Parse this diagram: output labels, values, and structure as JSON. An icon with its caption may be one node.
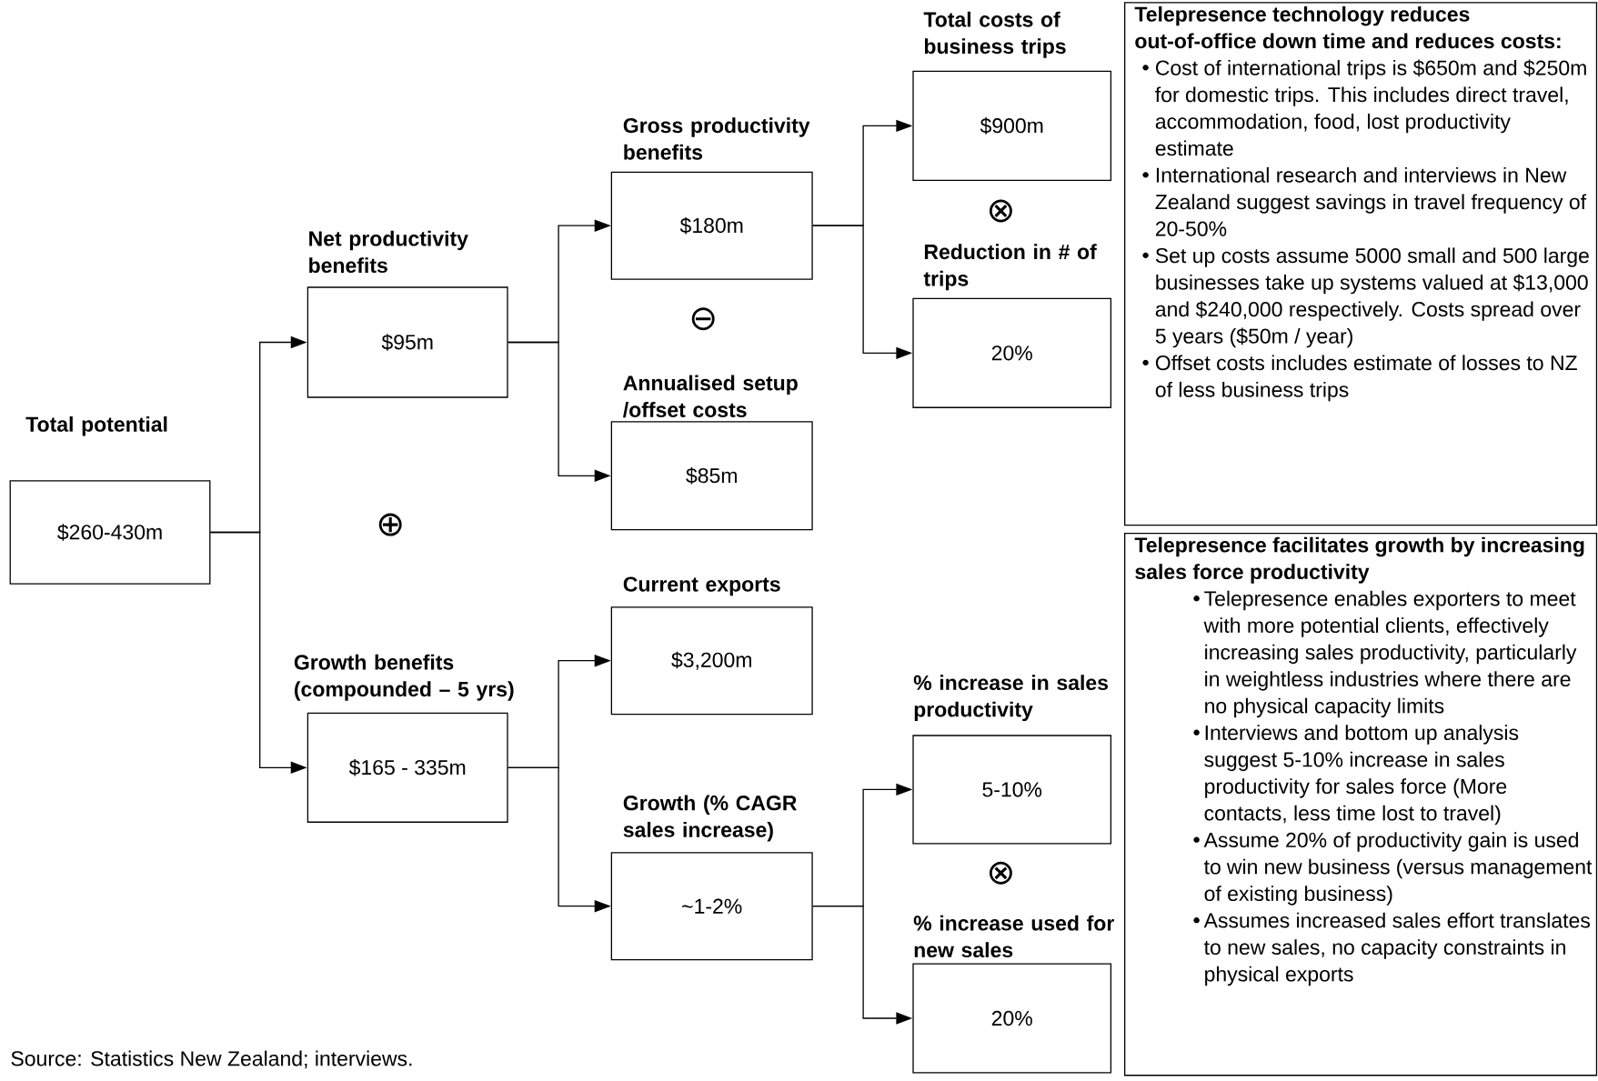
{
  "diagram": {
    "nodes": [
      {
        "text": [
          "Total potential",
          "$260-430m"
        ]
      },
      {
        "text": [
          "Net productivity benefits",
          "$95m"
        ]
      },
      {
        "text": [
          "Gross productivity benefits",
          "$180m"
        ]
      },
      {
        "text": [
          "Total costs of business trips",
          "$900m"
        ]
      },
      {
        "text": [
          "Reduction in # of trips",
          "20%"
        ]
      },
      {
        "text": [
          "Annualised setup /offset costs",
          "$85m"
        ]
      },
      {
        "text": [
          "Growth benefits (compounded – 5 yrs)",
          "$165 - 335m"
        ]
      },
      {
        "text": [
          "Current exports",
          "$3,200m"
        ]
      },
      {
        "text": [
          "Growth (% CAGR sales increase)",
          "~1-2%"
        ]
      },
      {
        "text": [
          "% increase in sales productivity",
          "5-10%"
        ]
      },
      {
        "text": [
          "% increase used for new sales",
          "20%"
        ]
      },
      {
        "text": [
          "Telepresence technology reduces out-of-office down time and reduces costs:",
          "Cost of international trips is $650m and $250m for domestic trips. This includes direct travel, accommodation, food, lost productivity estimate",
          "International research and interviews in New Zealand suggest savings in travel frequency of 20-50%",
          "Set up costs assume 5000 small and 500 large businesses take up systems valued at $13,000 and $240,000 respectively. Costs spread over 5 years ($50m / year)",
          "Offset costs includes estimate of losses to NZ of less business trips"
        ]
      },
      {
        "text": [
          "Telepresence facilitates growth by increasing sales force productivity",
          "Telepresence enables exporters to meet with more potential clients, effectively increasing sales productivity, particularly in weightless industries where there are no physical capacity limits",
          "Interviews and bottom up analysis suggest 5-10% increase in sales productivity for sales force (More contacts, less time lost to travel)",
          "Assume 20% of productivity gain is used to win new business (versus management of existing business)",
          "Assumes increased sales effort translates to new sales, no capacity constraints in physical exports"
        ]
      }
    ],
    "edges": [
      {
        "from": 0,
        "to": 1,
        "arrow": "to"
      },
      {
        "from": 0,
        "to": 6,
        "arrow": "to"
      },
      {
        "from": 1,
        "to": 2,
        "arrow": "to"
      },
      {
        "from": 1,
        "to": 5,
        "arrow": "to"
      },
      {
        "from": 2,
        "to": 3,
        "arrow": "to"
      },
      {
        "from": 2,
        "to": 4,
        "arrow": "to"
      },
      {
        "from": 6,
        "to": 7,
        "arrow": "to"
      },
      {
        "from": 6,
        "to": 8,
        "arrow": "to"
      },
      {
        "from": 8,
        "to": 9,
        "arrow": "to"
      },
      {
        "from": 8,
        "to": 10,
        "arrow": "to"
      }
    ],
    "labels": [
      "⊗",
      "⊖",
      "⊕",
      "⊗",
      "Source: Statistics New Zealand; interviews."
    ]
  }
}
